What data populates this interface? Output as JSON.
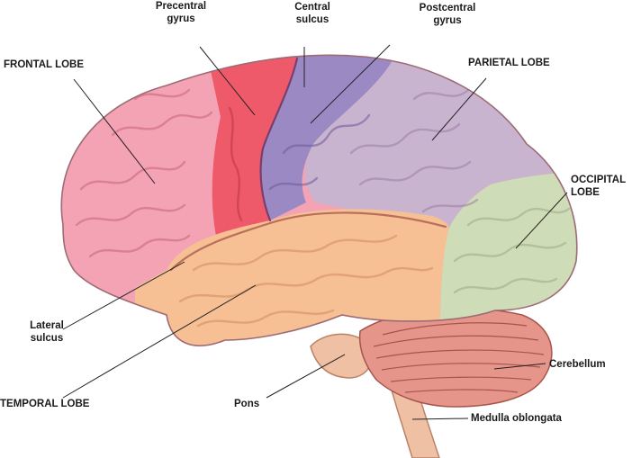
{
  "labels": {
    "precentral_gyrus": [
      "Precentral",
      "gyrus"
    ],
    "central_sulcus": [
      "Central",
      "sulcus"
    ],
    "postcentral_gyrus": [
      "Postcentral",
      "gyrus"
    ],
    "frontal_lobe": "FRONTAL LOBE",
    "parietal_lobe": "PARIETAL LOBE",
    "occipital_lobe": [
      "OCCIPITAL",
      "LOBE"
    ],
    "lateral_sulcus": [
      "Lateral",
      "sulcus"
    ],
    "temporal_lobe": "TEMPORAL LOBE",
    "pons": "Pons",
    "cerebellum": "Cerebellum",
    "medulla_oblongata": "Medulla oblongata"
  },
  "colors": {
    "frontal": "#f4a3b4",
    "precentral": "#ef5a6b",
    "postcentral": "#9b89c4",
    "parietal": "#c9b4cf",
    "occipital": "#cfdcb8",
    "temporal": "#f6bf94",
    "cerebellum": "#e6958b",
    "brainstem": "#efc0a4"
  }
}
